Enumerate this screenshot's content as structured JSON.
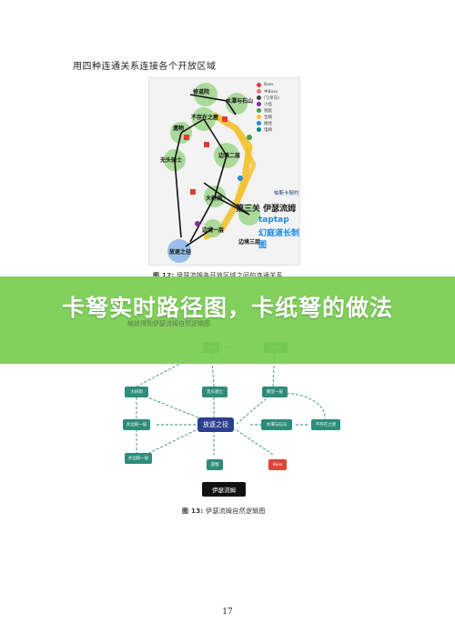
{
  "document": {
    "intro_line": "用四种连通关系连接各个开放区域",
    "map_figure": {
      "legend": [
        {
          "label": "Boss",
          "color": "#e53935"
        },
        {
          "label": "中Boss",
          "color": "#e57373"
        },
        {
          "label": "门(单向)",
          "color": "#424242"
        },
        {
          "label": "小怪",
          "color": "#8e24aa"
        },
        {
          "label": "钥匙",
          "color": "#43a047"
        },
        {
          "label": "宝箱",
          "color": "#fbc02d"
        },
        {
          "label": "捷径",
          "color": "#1e88e5"
        },
        {
          "label": "电梯",
          "color": "#00897b"
        }
      ],
      "note": "帕斯卡契约",
      "stage_label": "第三关  伊瑟流姆",
      "watermark_line1": "taptap",
      "watermark_line2": "幻庭道长制图",
      "node_labels": [
        "修道院",
        "水潭与石山",
        "不存在之屋",
        "遗物",
        "无头骑士",
        "放逐之径",
        "大树洞",
        "边境二层",
        "边境一层",
        "边境三层"
      ]
    },
    "caption_12": "图 12: 伊瑟流姆各开放区域之间的连通关系",
    "caption_12_fig": "图 12:",
    "caption_12_text": "伊瑟流姆各开放区域之间的连通关系",
    "flow_nodes": {
      "top_left": "遗物",
      "top_right": "修道院",
      "left": "大树洞",
      "mid_top": "无头骑士",
      "right_top": "教堂一层",
      "center": "放逐之径",
      "mid_left": "水边链一层",
      "right_mid": "水潭与石山",
      "far_right": "不存在之屋",
      "bottom_left": "水边链一层",
      "bottom_mid": "遗物",
      "bottom_right": "Boss",
      "root": "伊瑟流姆"
    },
    "caption_13_fig": "图 13:",
    "caption_13_text": "伊瑟流姆自然逻辑图",
    "page_number": "17"
  },
  "banner": {
    "title": "卡弩实时路径图，卡纸弩的做法",
    "subtitle": "缩放得到伊瑟流姆自然逻辑图"
  }
}
